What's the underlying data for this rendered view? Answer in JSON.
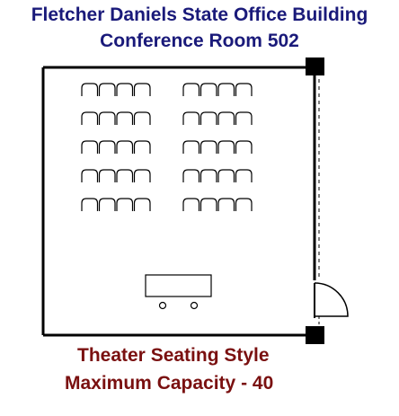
{
  "header": {
    "building": "Fletcher Daniels State Office Building",
    "room": "Conference Room 502"
  },
  "footer": {
    "style": "Theater Seating Style",
    "capacity": "Maximum Capacity - 40"
  },
  "layout": {
    "seating_rows": 5,
    "seat_columns": 2,
    "seats_per_group": 4,
    "total_seats": 40
  },
  "colors": {
    "title": "#1a1a7a",
    "caption": "#7a1010",
    "lines": "#000000"
  }
}
